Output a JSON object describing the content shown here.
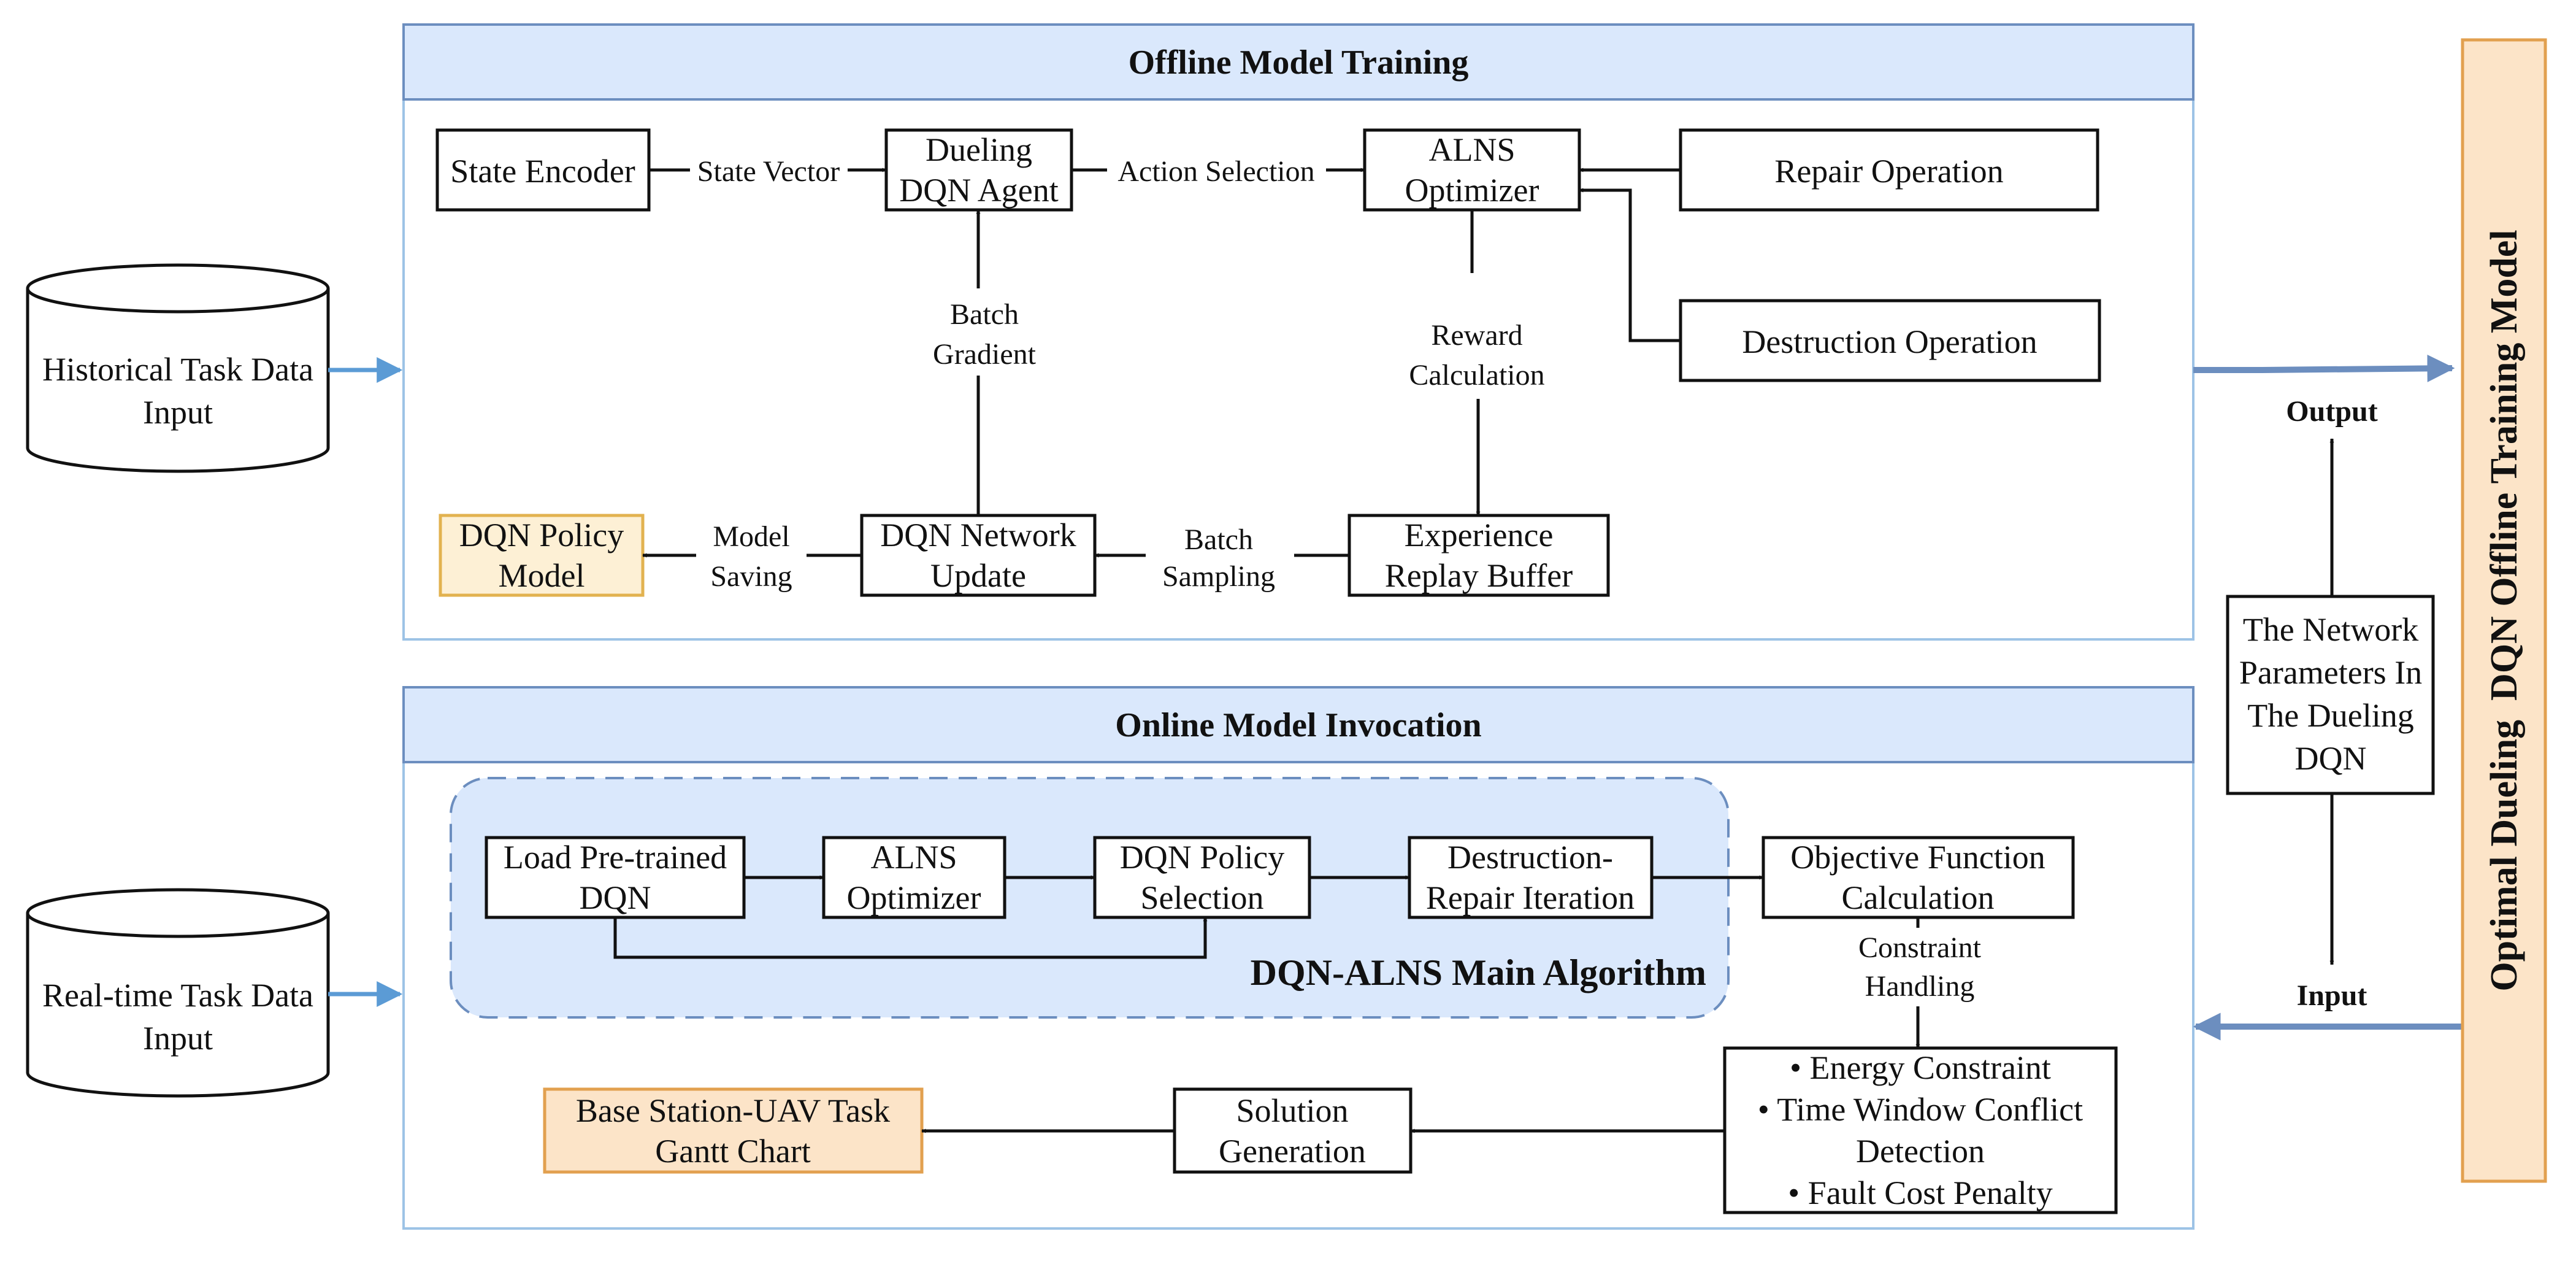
{
  "colors": {
    "header_fill": "#dae8fc",
    "header_stroke": "#6c8ebf",
    "panel_stroke": "#9dc3e6",
    "policy_fill": "#fdf0d5",
    "gantt_fill": "#fce4c8",
    "output_bar_fill": "#fce4c8",
    "arrow_blue": "#5b9bd5"
  },
  "inputs": {
    "historical": [
      "Historical Task Data",
      "Input"
    ],
    "realtime": [
      "Real-time Task Data",
      "Input"
    ]
  },
  "offline": {
    "title": "Offline Model Training",
    "state_encoder": "State Encoder",
    "state_vector": "State Vector",
    "dueling_agent": [
      "Dueling",
      "DQN Agent"
    ],
    "action_selection": "Action Selection",
    "alns_optimizer": [
      "ALNS",
      "Optimizer"
    ],
    "repair_operation": "Repair Operation",
    "destruction_operation": "Destruction Operation",
    "batch_gradient": [
      "Batch",
      "Gradient"
    ],
    "reward_calculation": [
      "Reward",
      "Calculation"
    ],
    "policy_model": [
      "DQN Policy",
      "Model"
    ],
    "model_saving": [
      "Model",
      "Saving"
    ],
    "network_update": [
      "DQN Network",
      "Update"
    ],
    "batch_sampling": [
      "Batch",
      "Sampling"
    ],
    "replay_buffer": [
      "Experience",
      "Replay Buffer"
    ]
  },
  "online": {
    "title": "Online Model Invocation",
    "load_pretrained": [
      "Load Pre-trained",
      "DQN"
    ],
    "alns_optimizer": [
      "ALNS",
      "Optimizer"
    ],
    "policy_selection": [
      "DQN Policy",
      "Selection"
    ],
    "destruction_repair": [
      "Destruction-",
      "Repair Iteration"
    ],
    "main_algorithm": "DQN-ALNS Main Algorithm",
    "objective_function": [
      "Objective Function",
      "Calculation"
    ],
    "constraint_handling": [
      "Constraint",
      "Handling"
    ],
    "constraints": [
      "• Energy Constraint",
      "• Time Window Conflict",
      "Detection",
      "• Fault Cost Penalty"
    ],
    "solution_generation": [
      "Solution",
      "Generation"
    ],
    "gantt_chart": [
      "Base Station-UAV Task",
      "Gantt Chart"
    ]
  },
  "side": {
    "output_label": "Output",
    "input_label": "Input",
    "network_params": [
      "The Network",
      "Parameters In",
      "The Dueling",
      "DQN"
    ],
    "optimal_model": "Optimal Dueling  DQN Offline Training Model"
  }
}
